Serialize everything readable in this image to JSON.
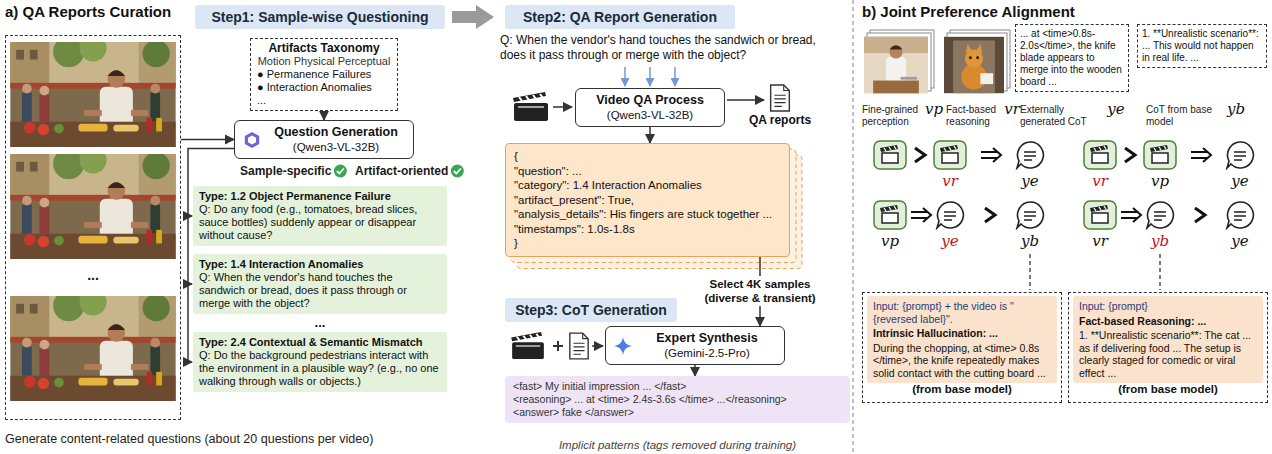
{
  "diagram": {
    "nodes": [
      {
        "text": [
          "..."
        ]
      },
      {
        "text": [
          "Step1: Sample-wise Questioning"
        ]
      },
      {
        "text": [
          "Artifacts Taxonomy",
          "Motion Physical Perceptual",
          "● Permanence Failures",
          "● Interaction Anomalies",
          "..."
        ]
      },
      {
        "text": [
          "Question Generation",
          "(Qwen3-VL-32B)"
        ]
      },
      {
        "text": [
          "Type: 1.2 Object Permanence Failure",
          "Q: Do any food (e.g., tomatoes, bread slices, sauce bottles) suddenly appear or disappear without cause?"
        ]
      },
      {
        "text": [
          "Type: 1.4 Interaction Anomalies",
          "Q: When the vendor's hand touches the sandwich or bread, does it pass through or merge with the object?"
        ]
      },
      {
        "text": [
          "Type: 2.4 Contextual & Semantic Mismatch",
          "Q: Do the background pedestrians interact with the environment in a plausible way? (e.g., no one walking through walls or objects.)"
        ]
      },
      {
        "text": [
          "Step2: QA Report Generation"
        ]
      },
      {
        "text": [
          "Video QA Process",
          "(Qwen3-VL-32B)"
        ]
      },
      {
        "text": [
          "{",
          "\"question\": ...",
          "\"category\": 1.4 Interaction Anomalies",
          "\"artifact_present\": True,",
          "\"analysis_details\": His fingers are stuck together ...",
          "\"timestamps\": 1.0s-1.8s",
          "}"
        ]
      },
      {
        "text": [
          "Step3: CoT Generation"
        ]
      },
      {
        "text": [
          "Expert Synthesis",
          "(Gemini-2.5-Pro)"
        ]
      },
      {
        "text": [
          "<fast> My initial impression ... </fast>",
          "<reasoning> ... at <time> 2.4s-3.6s </time> ...</reasoning>",
          "<answer> fake </answer>"
        ]
      },
      {
        "text": [
          "... at <time>0.8s-2.0s</time>, the knife blade appears to merge into the wooden board ..."
        ]
      },
      {
        "text": [
          "1. **Unrealistic scenario**: ... This would not happen in real life. ..."
        ]
      },
      {
        "text": [
          "(from base model)",
          "Input: {prompt} + the video is \"{reversed label}\".",
          "Intrinsic Hallucination: ...",
          "During the chopping, at <time> 0.8s </time>, the knife repeatedly makes solid contact with the cutting board ..."
        ]
      },
      {
        "text": [
          "(from base model)",
          "Input: {prompt}",
          "Fact-based Reasoning: ...",
          "1. **Unrealistic scenario**: The cat ... as if delivering food ... The setup is clearly staged for comedic or viral effect ..."
        ]
      }
    ],
    "edges": [
      {
        "from": 0,
        "to": 3,
        "arrow": "to"
      },
      {
        "from": 2,
        "to": 3,
        "arrow": "to"
      },
      {
        "from": 8,
        "to": 9,
        "arrow": "to"
      },
      {
        "from": 9,
        "to": 11,
        "label": "Select 4K samples (diverse & transient)",
        "arrow": "to"
      },
      {
        "from": 11,
        "to": 12,
        "arrow": "to"
      }
    ],
    "labels": [
      "a) QA Reports Curation",
      "Sample-specific",
      "Artifact-oriented",
      "...",
      "Generate content-related questions (about 20 questions per video)",
      "Q: When the vendor's hand touches the sandwich or bread, does it pass through or merge with the object?",
      "QA reports",
      "Implicit patterns (tags removed during training)",
      "b) Joint Preference Alignment",
      "Fine-grained perception",
      "vp",
      "Fact-based reasoning",
      "vr",
      "Externally generated CoT",
      "ye",
      "CoT from base model",
      "yb",
      "vr",
      "ye",
      "vr",
      "vp",
      "ye",
      "vp",
      "ye",
      "yb",
      "vr",
      "yb",
      "ye"
    ]
  }
}
